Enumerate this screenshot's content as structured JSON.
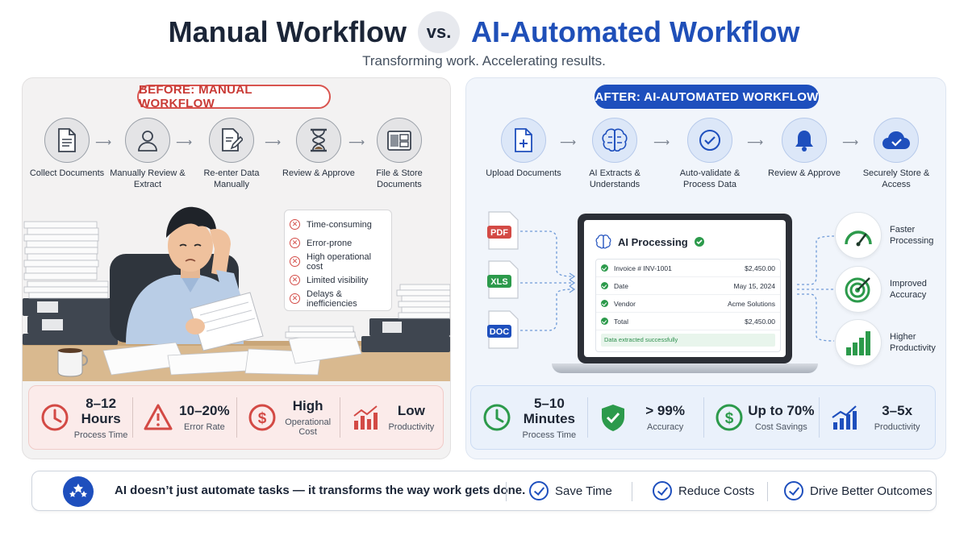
{
  "header": {
    "title_left": "Manual Workflow",
    "vs": "vs.",
    "title_right": "AI-Automated Workflow",
    "subtitle": "Transforming work. Accelerating results."
  },
  "before": {
    "pill": "BEFORE: MANUAL WORKFLOW",
    "steps": [
      {
        "label": "Collect Documents",
        "icon": "document-icon"
      },
      {
        "label": "Manually Review & Extract",
        "icon": "person-icon"
      },
      {
        "label": "Re-enter Data Manually",
        "icon": "edit-document-icon"
      },
      {
        "label": "Review & Approve",
        "icon": "hourglass-icon"
      },
      {
        "label": "File & Store Documents",
        "icon": "filing-cabinet-icon"
      }
    ],
    "cons": [
      "Time-consuming",
      "Error-prone",
      "High operational cost",
      "Limited visibility",
      "Delays & inefficiencies"
    ],
    "stats": [
      {
        "big": "8–12 Hours",
        "big1": "8–12",
        "big2": "Hours",
        "small": "Process Time",
        "icon": "clock-icon"
      },
      {
        "big": "10–20%",
        "small": "Error Rate",
        "icon": "warning-icon"
      },
      {
        "big": "High",
        "small": "Operational Cost",
        "icon": "dollar-icon"
      },
      {
        "big": "Low",
        "small": "Productivity",
        "icon": "bar-chart-icon"
      }
    ]
  },
  "after": {
    "pill": "AFTER: AI-AUTOMATED WORKFLOW",
    "steps": [
      {
        "label": "Upload Documents",
        "icon": "upload-document-icon"
      },
      {
        "label": "AI Extracts & Understands",
        "icon": "brain-icon"
      },
      {
        "label": "Auto-validate & Process Data",
        "icon": "check-circle-icon"
      },
      {
        "label": "Review & Approve",
        "icon": "bell-icon"
      },
      {
        "label": "Securely Store & Access",
        "icon": "cloud-icon"
      }
    ],
    "files": [
      "PDF",
      "XLS",
      "DOC"
    ],
    "laptop": {
      "heading": "AI Processing",
      "rows": [
        {
          "key": "Invoice # INV-1001",
          "value": "$2,450.00"
        },
        {
          "key": "Date",
          "value": "May 15, 2024"
        },
        {
          "key": "Vendor",
          "value": "Acme Solutions"
        },
        {
          "key": "Total",
          "value": "$2,450.00"
        }
      ],
      "success": "Data extracted successfully"
    },
    "benefits": [
      {
        "label": "Faster Processing",
        "icon": "speedometer-icon"
      },
      {
        "label": "Improved Accuracy",
        "icon": "target-icon"
      },
      {
        "label": "Higher Productivity",
        "icon": "growth-bars-icon"
      }
    ],
    "stats": [
      {
        "big1": "5–10",
        "big2": "Minutes",
        "small": "Process Time",
        "icon": "clock-icon"
      },
      {
        "big": "> 99%",
        "small": "Accuracy",
        "icon": "shield-check-icon"
      },
      {
        "big": "Up to 70%",
        "small": "Cost Savings",
        "icon": "dollar-icon"
      },
      {
        "big": "3–5x",
        "small": "Productivity",
        "icon": "trend-up-icon"
      }
    ]
  },
  "bottom": {
    "message": "AI doesn’t just automate tasks — it transforms the way work gets done.",
    "outcomes": [
      "Save Time",
      "Reduce Costs",
      "Drive Better Outcomes"
    ]
  },
  "colors": {
    "accent_blue": "#1e4fbd",
    "accent_red": "#d34a45",
    "accent_green": "#2c9a4b"
  }
}
